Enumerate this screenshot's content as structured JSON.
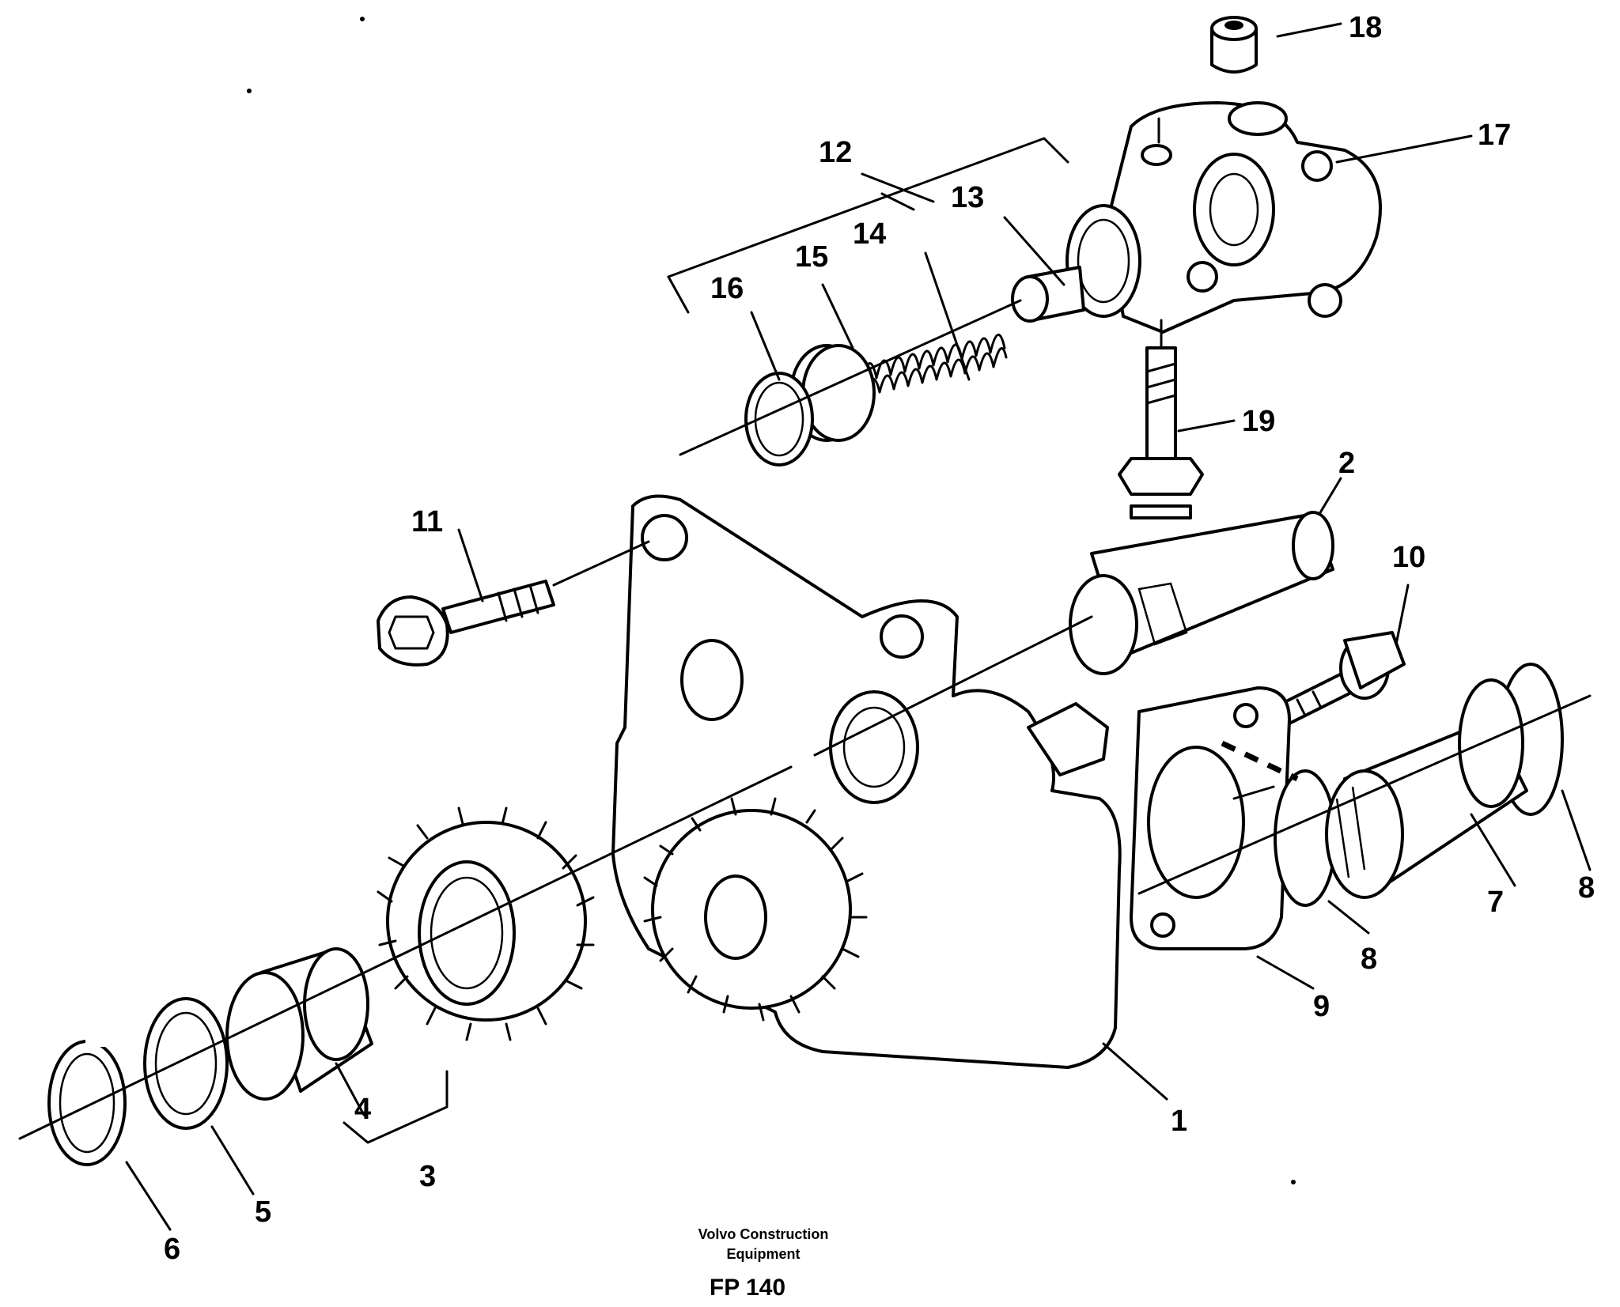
{
  "drawing": {
    "labels": {
      "p1": "1",
      "p2": "2",
      "p3": "3",
      "p4": "4",
      "p5": "5",
      "p6": "6",
      "p7": "7",
      "p8a": "8",
      "p8b": "8",
      "p9": "9",
      "p10": "10",
      "p11": "11",
      "p12": "12",
      "p13": "13",
      "p14": "14",
      "p15": "15",
      "p16": "16",
      "p17": "17",
      "p18": "18",
      "p19": "19"
    }
  },
  "caption": {
    "company_line1": "Volvo Construction",
    "company_line2": "Equipment",
    "code": "FP 140"
  }
}
